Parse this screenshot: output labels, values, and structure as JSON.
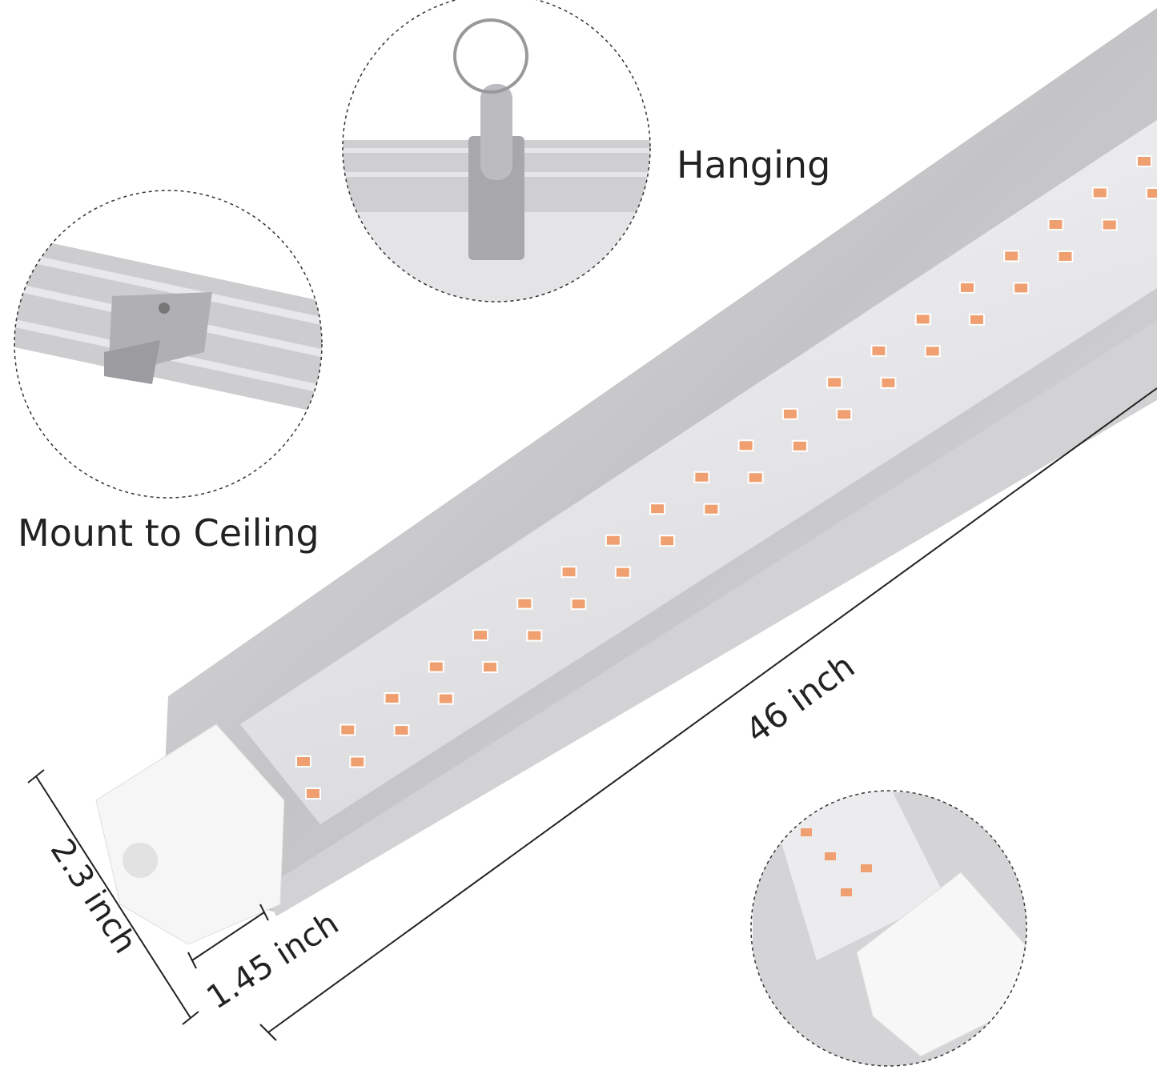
{
  "labels": {
    "hanging": "Hanging",
    "mount": "Mount to Ceiling",
    "length": "46 inch",
    "height": "2.3 inch",
    "width": "1.45 inch"
  },
  "colors": {
    "led": "#f0a070",
    "reflector": "#c8c8ca",
    "end_cap": "#f6f6f6",
    "text": "#222222"
  }
}
